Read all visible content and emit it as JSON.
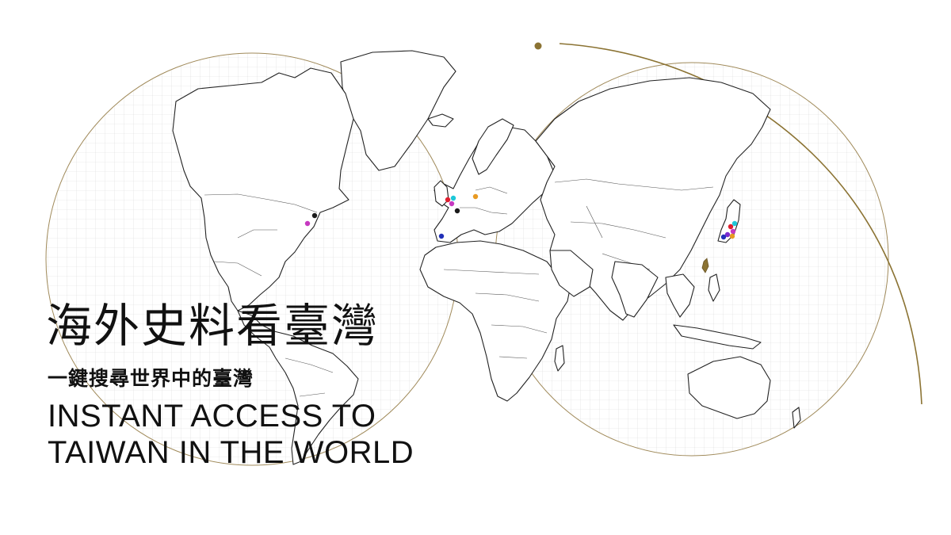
{
  "title_zh": "海外史料看臺灣",
  "subtitle_zh": "一鍵搜尋世界中的臺灣",
  "title_en_line1": "INSTANT ACCESS TO",
  "title_en_line2": "TAIWAN IN THE WORLD",
  "colors": {
    "accent_gold": "#8b7333",
    "grid": "#d8d8d8",
    "taiwan": "#8b7333",
    "marker_colors": [
      "#e01e2f",
      "#1ec8d8",
      "#c639c0",
      "#e89a22",
      "#1a1a1a",
      "#2130b8",
      "#7a2ad0"
    ]
  },
  "map_markers": [
    {
      "region": "north-america-east",
      "color": "#1a1a1a"
    },
    {
      "region": "north-america-east",
      "color": "#c639c0"
    },
    {
      "region": "europe-west",
      "color": "#e01e2f"
    },
    {
      "region": "europe-west",
      "color": "#1ec8d8"
    },
    {
      "region": "europe-west",
      "color": "#c639c0"
    },
    {
      "region": "europe-west",
      "color": "#e89a22"
    },
    {
      "region": "europe-west",
      "color": "#1a1a1a"
    },
    {
      "region": "iberia",
      "color": "#2130b8"
    },
    {
      "region": "japan",
      "color": "#e01e2f"
    },
    {
      "region": "japan",
      "color": "#1ec8d8"
    },
    {
      "region": "japan",
      "color": "#c639c0"
    },
    {
      "region": "japan",
      "color": "#e89a22"
    },
    {
      "region": "japan",
      "color": "#7a2ad0"
    },
    {
      "region": "japan",
      "color": "#2130b8"
    },
    {
      "region": "taiwan",
      "color": "#8b7333"
    }
  ]
}
